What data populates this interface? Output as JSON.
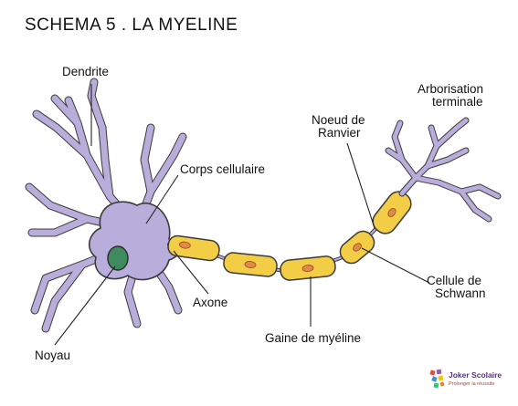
{
  "title": "SCHEMA 5 . LA MYELINE",
  "labels": {
    "dendrite": "Dendrite",
    "arborisation_line1": "Arborisation",
    "arborisation_line2": "terminale",
    "noeud_line1": "Noeud de",
    "noeud_line2": "Ranvier",
    "corps": "Corps cellulaire",
    "axone": "Axone",
    "cellule_line1": "Cellule de",
    "cellule_line2": "Schwann",
    "gaine": "Gaine de myéline",
    "noyau": "Noyau"
  },
  "logo": {
    "name": "Joker Scolaire",
    "tagline": "Prolonger la réussite"
  },
  "colors": {
    "neuron_fill": "#b8addb",
    "neuron_stroke": "#3b3b3b",
    "nucleus": "#3f8a5e",
    "myelin_fill": "#f3cd45",
    "schwann_nucleus": "#e0894a",
    "leader": "#222222"
  }
}
